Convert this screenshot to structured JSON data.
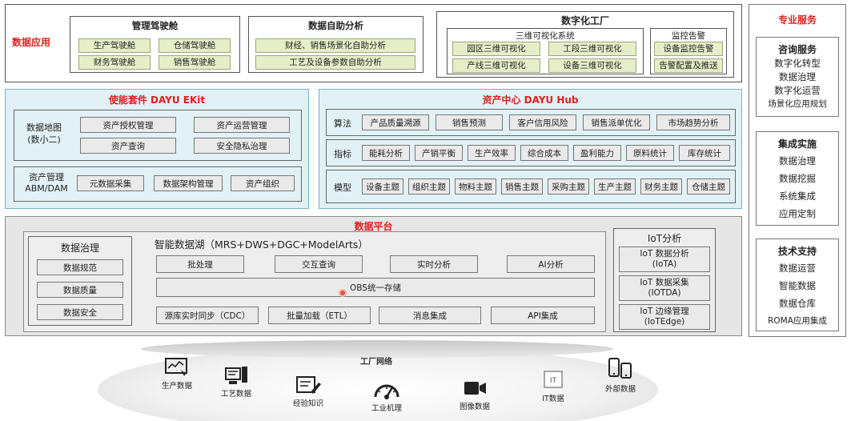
{
  "data_app": {
    "label": "数据应用",
    "cockpit": {
      "title": "管理驾驶舱",
      "items": [
        "生产驾驶舱",
        "仓储驾驶舱",
        "财务驾驶舱",
        "销售驾驶舱"
      ]
    },
    "selfservice": {
      "title": "数据自助分析",
      "items": [
        "财经、销售场景化自助分析",
        "工艺及设备参数自助分析"
      ]
    },
    "factory": {
      "title": "数字化工厂",
      "viz": {
        "title": "三维可视化系统",
        "items": [
          "园区三维可视化",
          "工段三维可视化",
          "产线三维可视化",
          "设备三维可视化"
        ]
      },
      "alarm": {
        "title": "监控告警",
        "items": [
          "设备监控告警",
          "告警配置及推送"
        ]
      }
    }
  },
  "ekit": {
    "title": "使能套件 DAYU EKit",
    "map": {
      "label": "数据地图\n(数小二)",
      "items": [
        "资产授权管理",
        "资产运营管理",
        "资产查询",
        "安全隐私治理"
      ]
    },
    "asset": {
      "label": "资产管理\nABM/DAM",
      "items": [
        "元数据采集",
        "数据架构管理",
        "资产组织"
      ]
    }
  },
  "hub": {
    "title": "资产中心 DAYU Hub",
    "rows": [
      {
        "label": "算法",
        "items": [
          "产品质量溯源",
          "销售预测",
          "客户信用风险",
          "销售派单优化",
          "市场趋势分析"
        ]
      },
      {
        "label": "指标",
        "items": [
          "能耗分析",
          "产销平衡",
          "生产效率",
          "综合成本",
          "盈利能力",
          "原料统计",
          "库存统计"
        ]
      },
      {
        "label": "模型",
        "items": [
          "设备主题",
          "组织主题",
          "物料主题",
          "销售主题",
          "采购主题",
          "生产主题",
          "财务主题",
          "仓储主题"
        ]
      }
    ]
  },
  "platform": {
    "title": "数据平台",
    "governance": {
      "title": "数据治理",
      "items": [
        "数据规范",
        "数据质量",
        "数据安全"
      ]
    },
    "lake": {
      "title": "智能数据湖（MRS+DWS+DGC+ModelArts）",
      "top": [
        "批处理",
        "交互查询",
        "实时分析",
        "AI分析"
      ],
      "storage": "OBS统一存储",
      "bottom": [
        "源库实时同步（CDC）",
        "批量加载（ETL）",
        "消息集成",
        "API集成"
      ]
    },
    "iot": {
      "title": "IoT分析",
      "items": [
        "IoT 数据分析\n(IoTA)",
        "IoT 数据采集\n(IOTDA)",
        "IoT 边缘管理\n(IoTEdge)"
      ]
    }
  },
  "services": {
    "title": "专业服务",
    "groups": [
      {
        "title": "咨询服务",
        "items": [
          "数字化转型",
          "数据治理",
          "数字化运营",
          "场景化应用规划"
        ]
      },
      {
        "title": "集成实施",
        "items": [
          "数据治理",
          "数据挖掘",
          "系统集成",
          "应用定制"
        ]
      },
      {
        "title": "技术支持",
        "items": [
          "数据运营",
          "智能数据",
          "数据仓库",
          "ROMA应用集成"
        ]
      }
    ]
  },
  "bottom": {
    "network": "工厂网络",
    "sources": [
      {
        "label": "生产数据",
        "icon": "production-data-icon"
      },
      {
        "label": "工艺数据",
        "icon": "process-data-icon"
      },
      {
        "label": "经验知识",
        "icon": "experience-knowledge-icon"
      },
      {
        "label": "工业机理",
        "icon": "industrial-mechanism-icon"
      },
      {
        "label": "图像数据",
        "icon": "video-camera-icon"
      },
      {
        "label": "IT数据",
        "icon": "it-data-icon"
      },
      {
        "label": "外部数据",
        "icon": "external-devices-icon"
      }
    ]
  }
}
